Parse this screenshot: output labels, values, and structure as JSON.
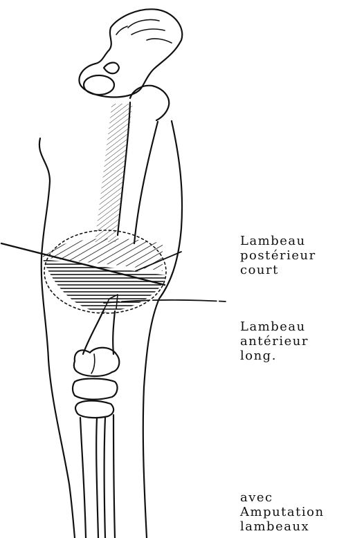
{
  "labels": {
    "posterior": [
      "Lambeau",
      "postérieur",
      "court"
    ],
    "anterior": [
      "Lambeau",
      "antérieur",
      "long."
    ],
    "caption": [
      "avec",
      "Amputation",
      "lambeaux"
    ]
  },
  "colors": {
    "ink": "#111111",
    "background": "#ffffff"
  }
}
